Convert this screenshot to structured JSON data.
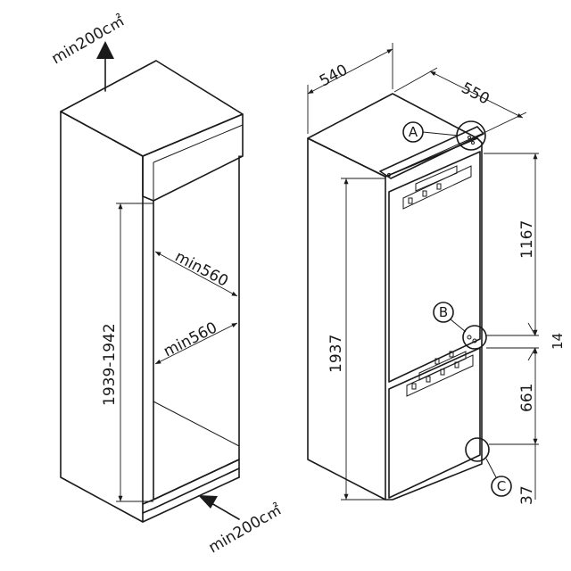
{
  "left_figure": {
    "airflow_top": "min200c㎡",
    "airflow_bottom": "min200c㎡",
    "niche_height": "1939-1942",
    "niche_depth": "min560",
    "niche_width": "min560"
  },
  "right_figure": {
    "width": "540",
    "depth": "550",
    "total_height": "1937",
    "upper_door": "1167",
    "gap": "14",
    "lower_door": "661",
    "bottom": "37",
    "callout_a": "A",
    "callout_b": "B",
    "callout_c": "C"
  }
}
